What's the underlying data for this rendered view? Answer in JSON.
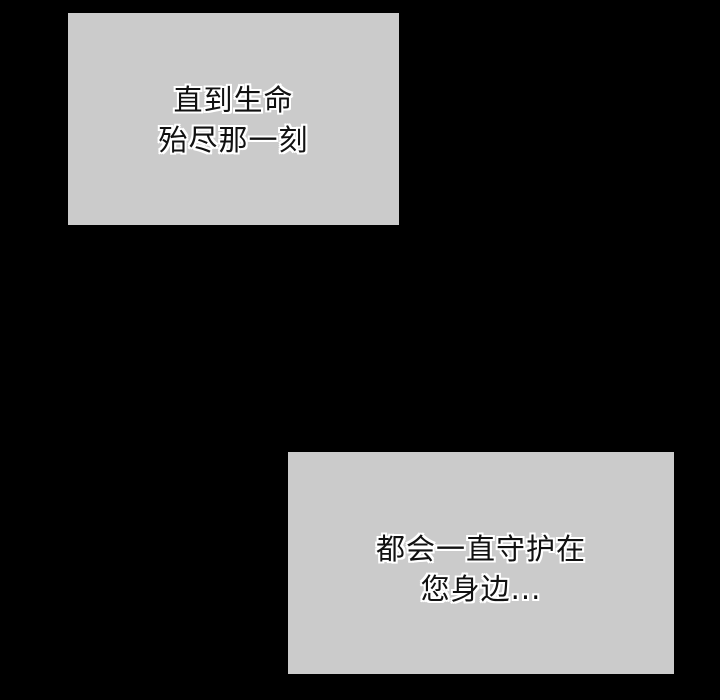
{
  "page": {
    "background_color": "#000000",
    "panel_color": "#cbcbcb",
    "text_color": "#111111",
    "text_outline_color": "#ffffff"
  },
  "panels": [
    {
      "lines": [
        "直到生命",
        "殆尽那一刻"
      ]
    },
    {
      "lines": [
        "都会一直守护在",
        "您身边..."
      ]
    }
  ]
}
